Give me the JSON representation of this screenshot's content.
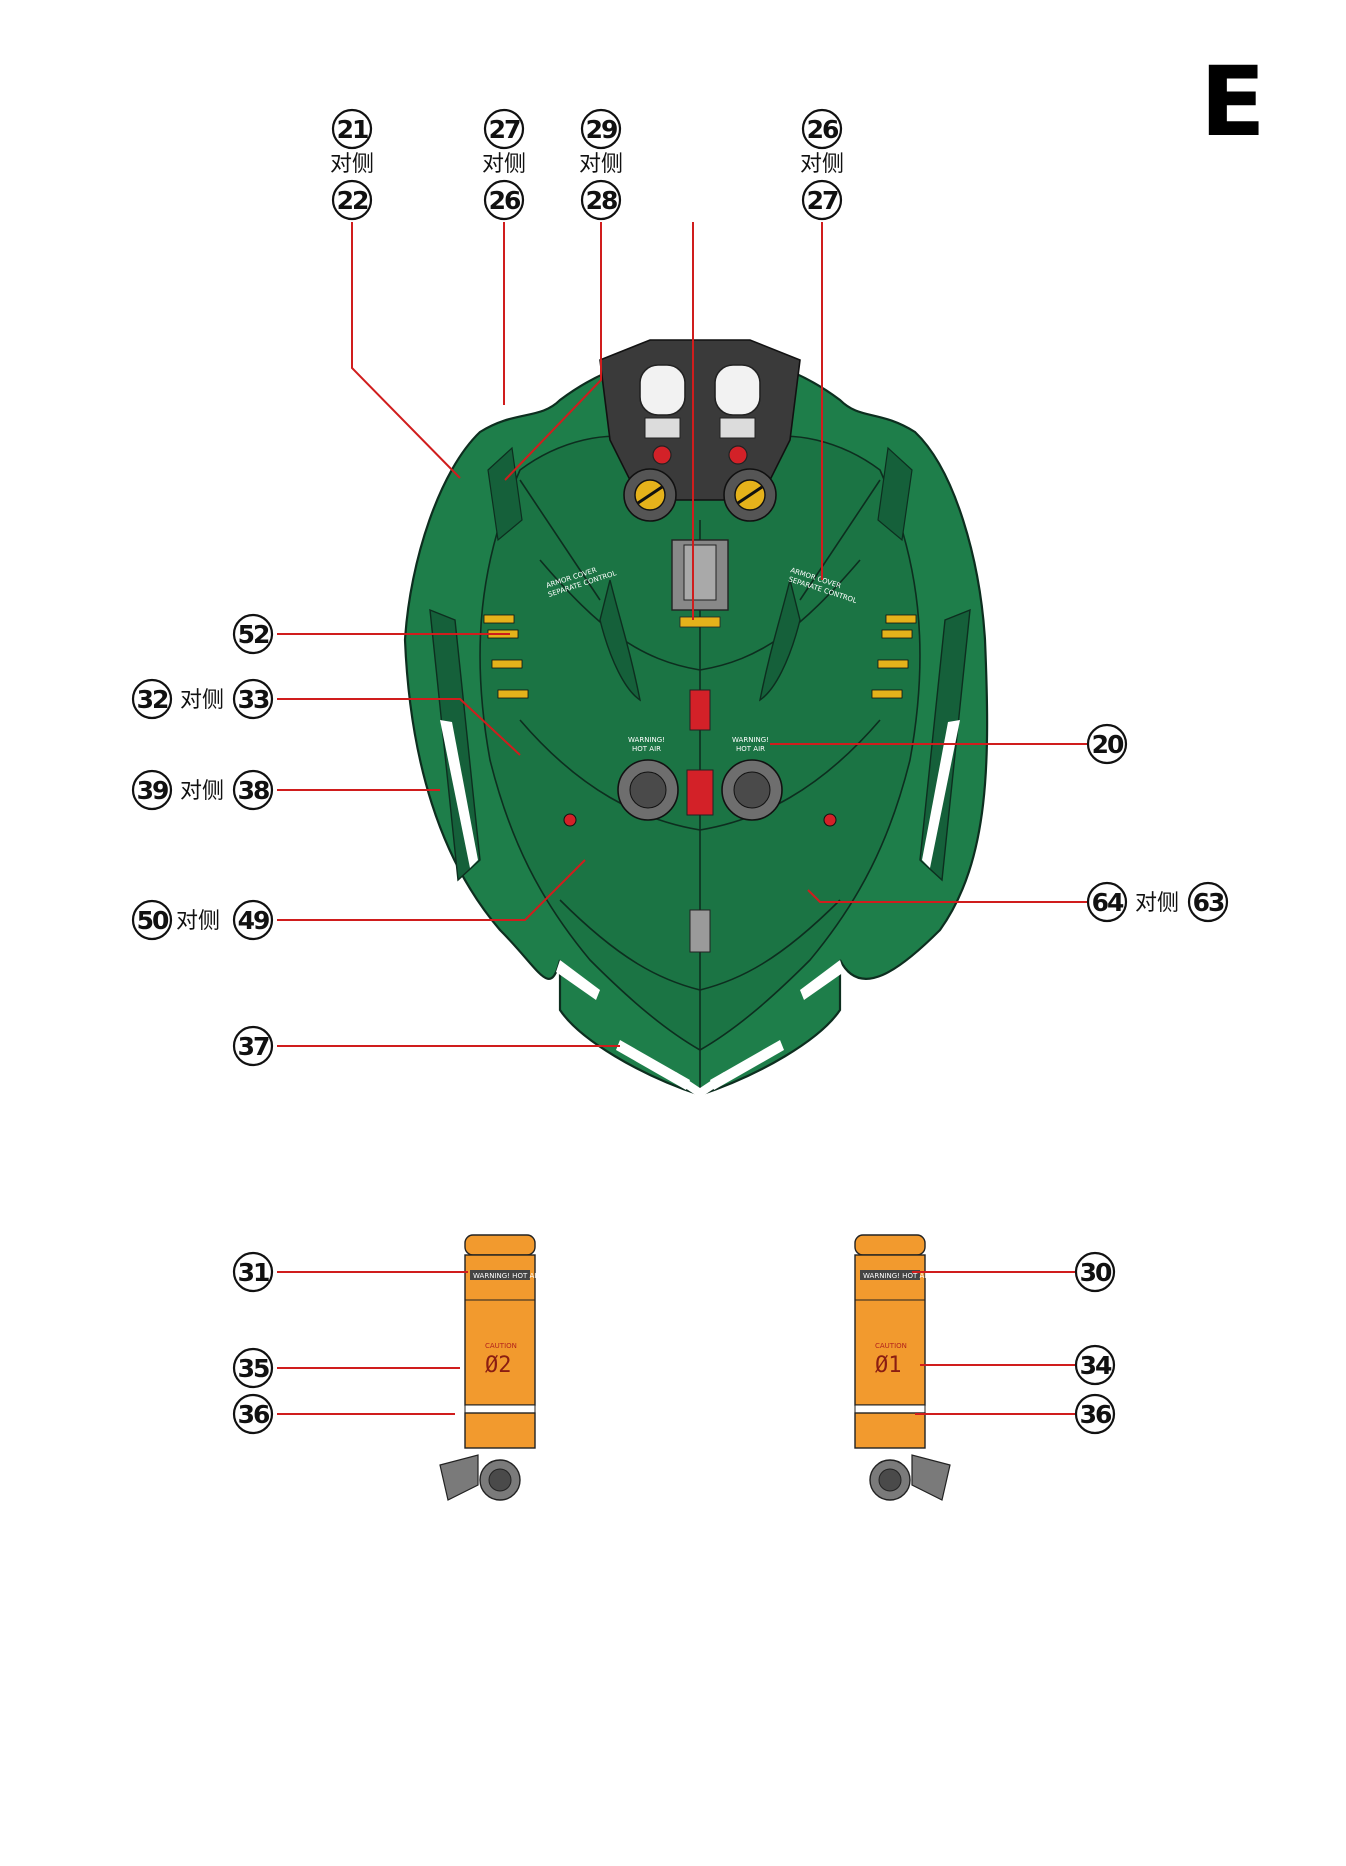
{
  "page_letter": "E",
  "colors": {
    "hull_green": "#1e7e4a",
    "hull_dark": "#15603a",
    "tank_orange": "#f29a2e",
    "leader_red": "#d01d1d",
    "warning_yellow": "#e5b21b"
  },
  "annotations": {
    "top_21": {
      "a": "21",
      "b": "22",
      "text": "对侧"
    },
    "top_27": {
      "a": "27",
      "b": "26",
      "text": "对侧"
    },
    "top_29": {
      "a": "29",
      "b": "28",
      "text": "对侧"
    },
    "top_26": {
      "a": "26",
      "b": "27",
      "text": "对侧"
    },
    "n52": "52",
    "p32_33": {
      "a": "32",
      "text": "对侧",
      "b": "33"
    },
    "p39_38": {
      "a": "39",
      "text": "对侧",
      "b": "38"
    },
    "p50_49": {
      "a": "50",
      "text": "对侧",
      "b": "49"
    },
    "n37": "37",
    "n20": "20",
    "p64_63": {
      "a": "64",
      "text": "对侧",
      "b": "63"
    },
    "left_tank": {
      "n31": "31",
      "n35": "35",
      "n36": "36"
    },
    "right_tank": {
      "n30": "30",
      "n34": "34",
      "n36": "36"
    }
  },
  "decal_text": {
    "armor_left": [
      "ARMOR COVER",
      "SEPARATE CONTROL"
    ],
    "armor_right": [
      "ARMOR COVER",
      "SEPARATE CONTROL"
    ],
    "warning_left": [
      "WARNING!",
      "HOT AIR"
    ],
    "warning_right": [
      "WARNING!",
      "HOT AIR"
    ],
    "tank_left": {
      "warning": "WARNING! HOT AIR",
      "caution": "CAUTION",
      "number": "Ø2"
    },
    "tank_right": {
      "warning": "WARNING! HOT AIR",
      "caution": "CAUTION",
      "number": "Ø1"
    }
  }
}
